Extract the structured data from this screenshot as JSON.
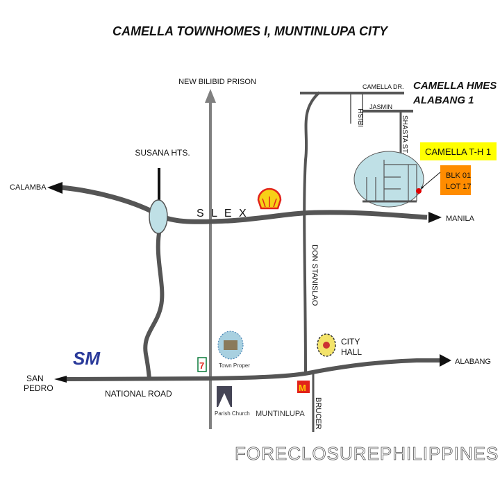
{
  "title": "CAMELLA TOWNHOMES I, MUNTINLUPA CITY",
  "labels": {
    "new_bilibid": "NEW BILIBID PRISON",
    "susana": "SUSANA HTS.",
    "calamba": "CALAMBA",
    "slex": "S L E X",
    "manila": "MANILA",
    "don_stanislao": "DON STANISLAO",
    "camella_dr": "CAMELLA DR.",
    "jasmin": "JASMIN",
    "irish": "IRISH",
    "shasta": "SHASTA ST.",
    "camella_hmes_1": "CAMELLA HMES",
    "camella_hmes_2": "ALABANG 1",
    "camella_th": "CAMELLA T-H 1",
    "blk": "BLK  01",
    "lot": "LOT  17",
    "city": "CITY",
    "hall": "HALL",
    "alabang": "ALABANG",
    "san": "SAN",
    "pedro": "PEDRO",
    "national_road": "NATIONAL ROAD",
    "town_proper": "Town Proper",
    "parish": "Parish Church",
    "muntinlupa": "MUNTINLUPA",
    "brucer": "BRUCER",
    "watermark": "FORECLOSUREPHILIPPINES.COM"
  },
  "colors": {
    "road": "#555555",
    "arrow_road": "#808080",
    "zone": "#bfe0e6",
    "highlight": "#ffff00",
    "lot_box": "#ff8c00",
    "marker": "#e00000"
  }
}
